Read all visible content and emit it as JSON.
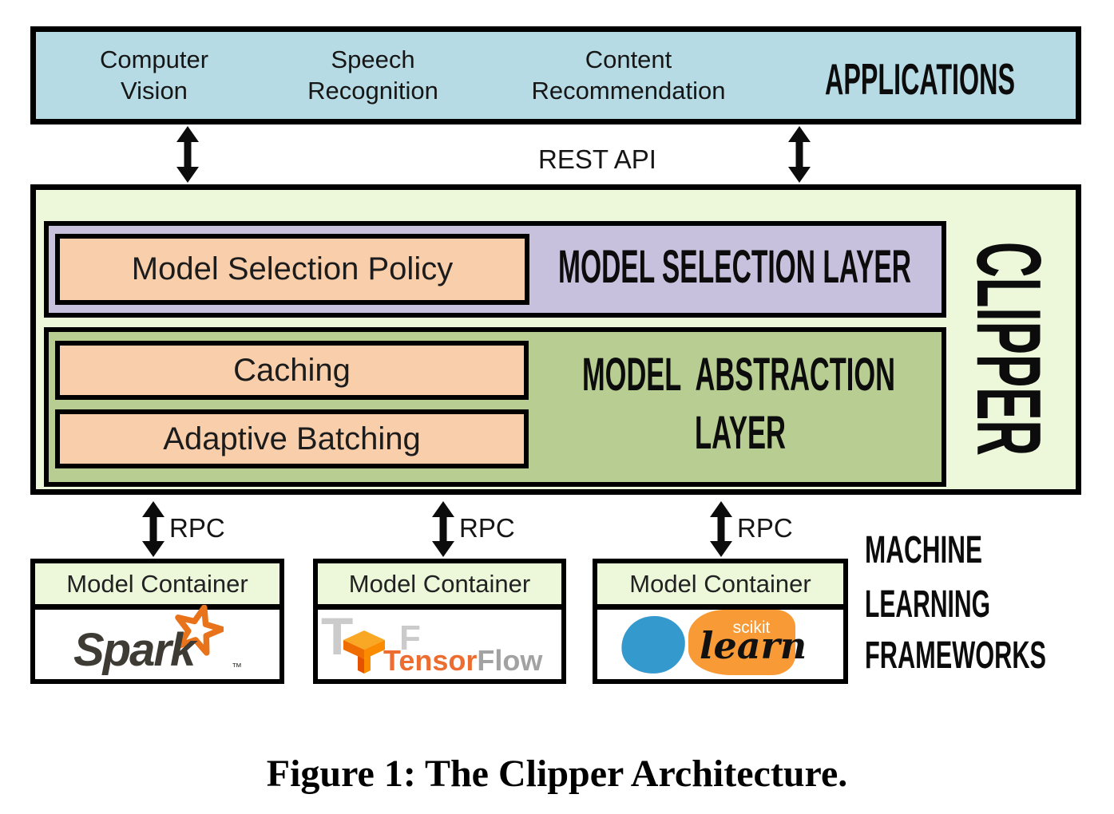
{
  "applications": {
    "title": "APPLICATIONS",
    "items": [
      {
        "line1": "Computer",
        "line2": "Vision"
      },
      {
        "line1": "Speech",
        "line2": "Recognition"
      },
      {
        "line1": "Content",
        "line2": "Recommendation"
      }
    ]
  },
  "rest_api_label": "REST API",
  "rpc_label": "RPC",
  "clipper": {
    "title": "CLIPPER",
    "model_selection_layer": {
      "title": "MODEL SELECTION LAYER",
      "policy": "Model Selection Policy"
    },
    "model_abstraction_layer": {
      "title_line1": "MODEL  ABSTRACTION",
      "title_line2": "LAYER",
      "caching": "Caching",
      "adaptive_batching": "Adaptive Batching"
    }
  },
  "model_containers": [
    {
      "header": "Model Container",
      "framework": "Spark",
      "logo": {
        "text": "Spark",
        "tm": "™"
      }
    },
    {
      "header": "Model Container",
      "framework": "TensorFlow",
      "logo": {
        "ghost1": "T",
        "ghost2": "F",
        "part1": "Tensor",
        "part2": "Flow"
      }
    },
    {
      "header": "Model Container",
      "framework": "scikit-learn",
      "logo": {
        "part1": "scikit",
        "part2": "learn"
      }
    }
  ],
  "frameworks_label": {
    "line1": "MACHINE",
    "line2": "LEARNING",
    "line3": "FRAMEWORKS"
  },
  "caption": "Figure 1: The Clipper Architecture.",
  "colors": {
    "applications_bg": "#b7dbe4",
    "clipper_bg": "#edf8da",
    "selection_layer_bg": "#c8c1de",
    "abstraction_layer_bg": "#b7cd91",
    "component_bg": "#f9cfab",
    "container_header_bg": "#edf8da",
    "border": "#000000",
    "spark_text": "#3e3b35",
    "spark_star": "#e8731a",
    "tensorflow_orange": "#ed6c2f",
    "tensorflow_gray": "#a2a2a2",
    "sklearn_blue": "#3499cd",
    "sklearn_orange": "#f89a36"
  }
}
